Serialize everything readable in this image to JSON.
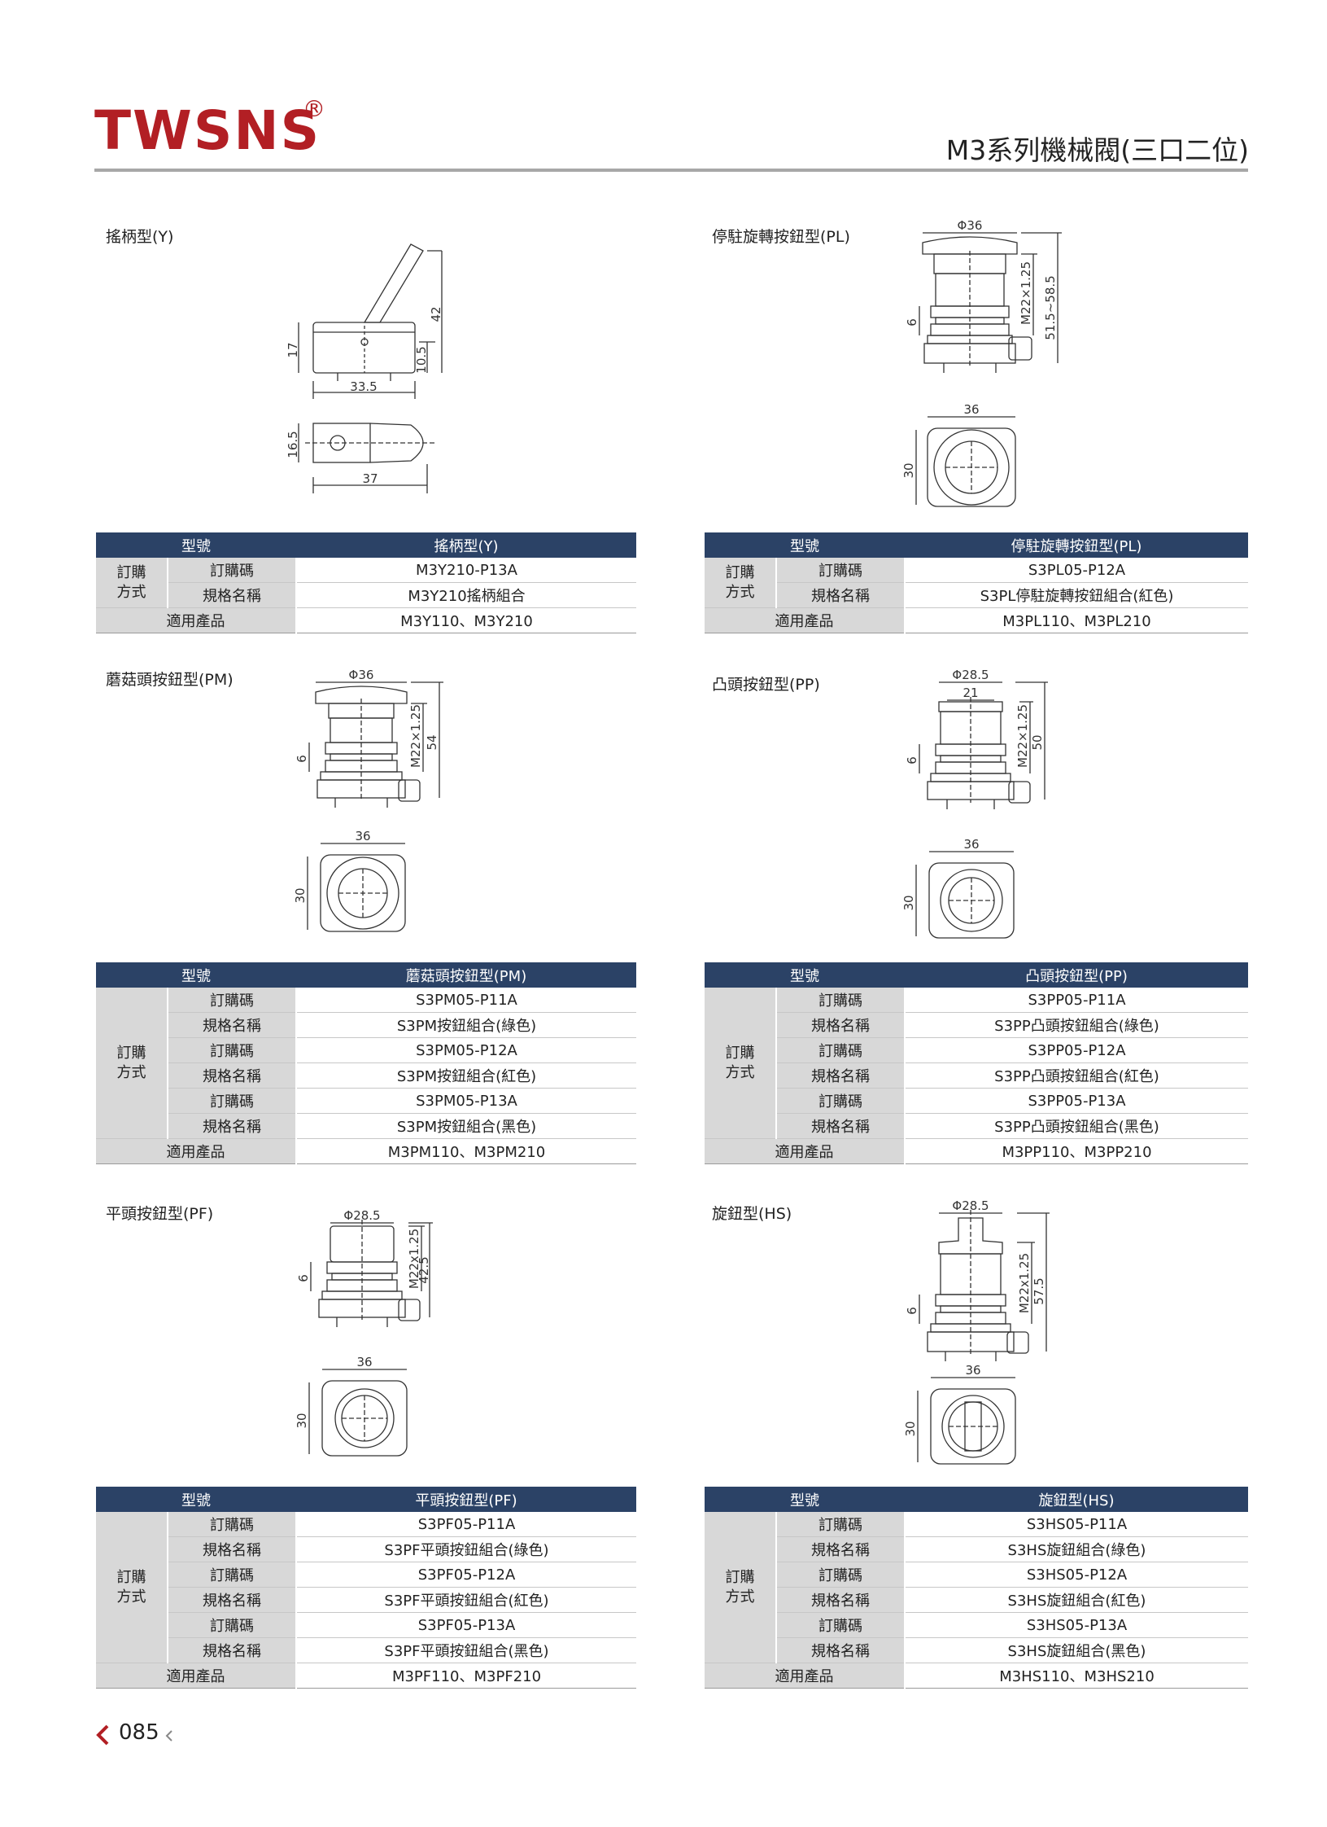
{
  "header": {
    "brand": "TWSNS",
    "registered": "®",
    "title": "M3系列機械閥(三口二位)"
  },
  "colors": {
    "brand_red": "#b21f24",
    "table_header": "#2b4266",
    "table_shade": "#d8d8d8"
  },
  "table_labels": {
    "model": "型號",
    "order_method": [
      "訂購",
      "方式"
    ],
    "order_code": "訂購碼",
    "spec_name": "規格名稱",
    "applies": "適用產品"
  },
  "sections": {
    "y": {
      "label": "搖柄型(Y)",
      "dims": {
        "h1": "42",
        "h2": "17",
        "h3": "10.5",
        "w1": "33.5",
        "h4": "16.5",
        "w2": "37"
      },
      "table": {
        "type": "搖柄型(Y)",
        "rows": [
          [
            "M3Y210-P13A",
            "M3Y210搖柄組合"
          ]
        ],
        "applies": "M3Y110、M3Y210"
      }
    },
    "pl": {
      "label": "停駐旋轉按鈕型(PL)",
      "dims": {
        "dia": "Φ36",
        "thread": "M22×1.25",
        "len": "51.5~58.5",
        "h": "6",
        "w": "36",
        "s": "30"
      },
      "table": {
        "type": "停駐旋轉按鈕型(PL)",
        "rows": [
          [
            "S3PL05-P12A",
            "S3PL停駐旋轉按鈕組合(紅色)"
          ]
        ],
        "applies": "M3PL110、M3PL210"
      }
    },
    "pm": {
      "label": "蘑菇頭按鈕型(PM)",
      "dims": {
        "dia": "Φ36",
        "thread": "M22×1.25",
        "len": "54",
        "h": "6",
        "w": "36",
        "s": "30"
      },
      "table": {
        "type": "蘑菇頭按鈕型(PM)",
        "rows": [
          [
            "S3PM05-P11A",
            "S3PM按鈕組合(綠色)"
          ],
          [
            "S3PM05-P12A",
            "S3PM按鈕組合(紅色)"
          ],
          [
            "S3PM05-P13A",
            "S3PM按鈕組合(黑色)"
          ]
        ],
        "applies": "M3PM110、M3PM210"
      }
    },
    "pp": {
      "label": "凸頭按鈕型(PP)",
      "dims": {
        "dia": "Φ28.5",
        "dia2": "21",
        "thread": "M22×1.25",
        "len": "50",
        "h": "6",
        "w": "36",
        "s": "30"
      },
      "table": {
        "type": "凸頭按鈕型(PP)",
        "rows": [
          [
            "S3PP05-P11A",
            "S3PP凸頭按鈕組合(綠色)"
          ],
          [
            "S3PP05-P12A",
            "S3PP凸頭按鈕組合(紅色)"
          ],
          [
            "S3PP05-P13A",
            "S3PP凸頭按鈕組合(黑色)"
          ]
        ],
        "applies": "M3PP110、M3PP210"
      }
    },
    "pf": {
      "label": "平頭按鈕型(PF)",
      "dims": {
        "dia": "Φ28.5",
        "thread": "M22x1.25",
        "len": "42.5",
        "h": "6",
        "w": "36",
        "s": "30"
      },
      "table": {
        "type": "平頭按鈕型(PF)",
        "rows": [
          [
            "S3PF05-P11A",
            "S3PF平頭按鈕組合(綠色)"
          ],
          [
            "S3PF05-P12A",
            "S3PF平頭按鈕組合(紅色)"
          ],
          [
            "S3PF05-P13A",
            "S3PF平頭按鈕組合(黑色)"
          ]
        ],
        "applies": "M3PF110、M3PF210"
      }
    },
    "hs": {
      "label": "旋鈕型(HS)",
      "dims": {
        "dia": "Φ28.5",
        "thread": "M22x1.25",
        "len": "57.5",
        "h": "6",
        "w": "36",
        "s": "30"
      },
      "table": {
        "type": "旋鈕型(HS)",
        "rows": [
          [
            "S3HS05-P11A",
            "S3HS旋鈕組合(綠色)"
          ],
          [
            "S3HS05-P12A",
            "S3HS旋鈕組合(紅色)"
          ],
          [
            "S3HS05-P13A",
            "S3HS旋鈕組合(黑色)"
          ]
        ],
        "applies": "M3HS110、M3HS210"
      }
    }
  },
  "footer": {
    "page": "085"
  }
}
